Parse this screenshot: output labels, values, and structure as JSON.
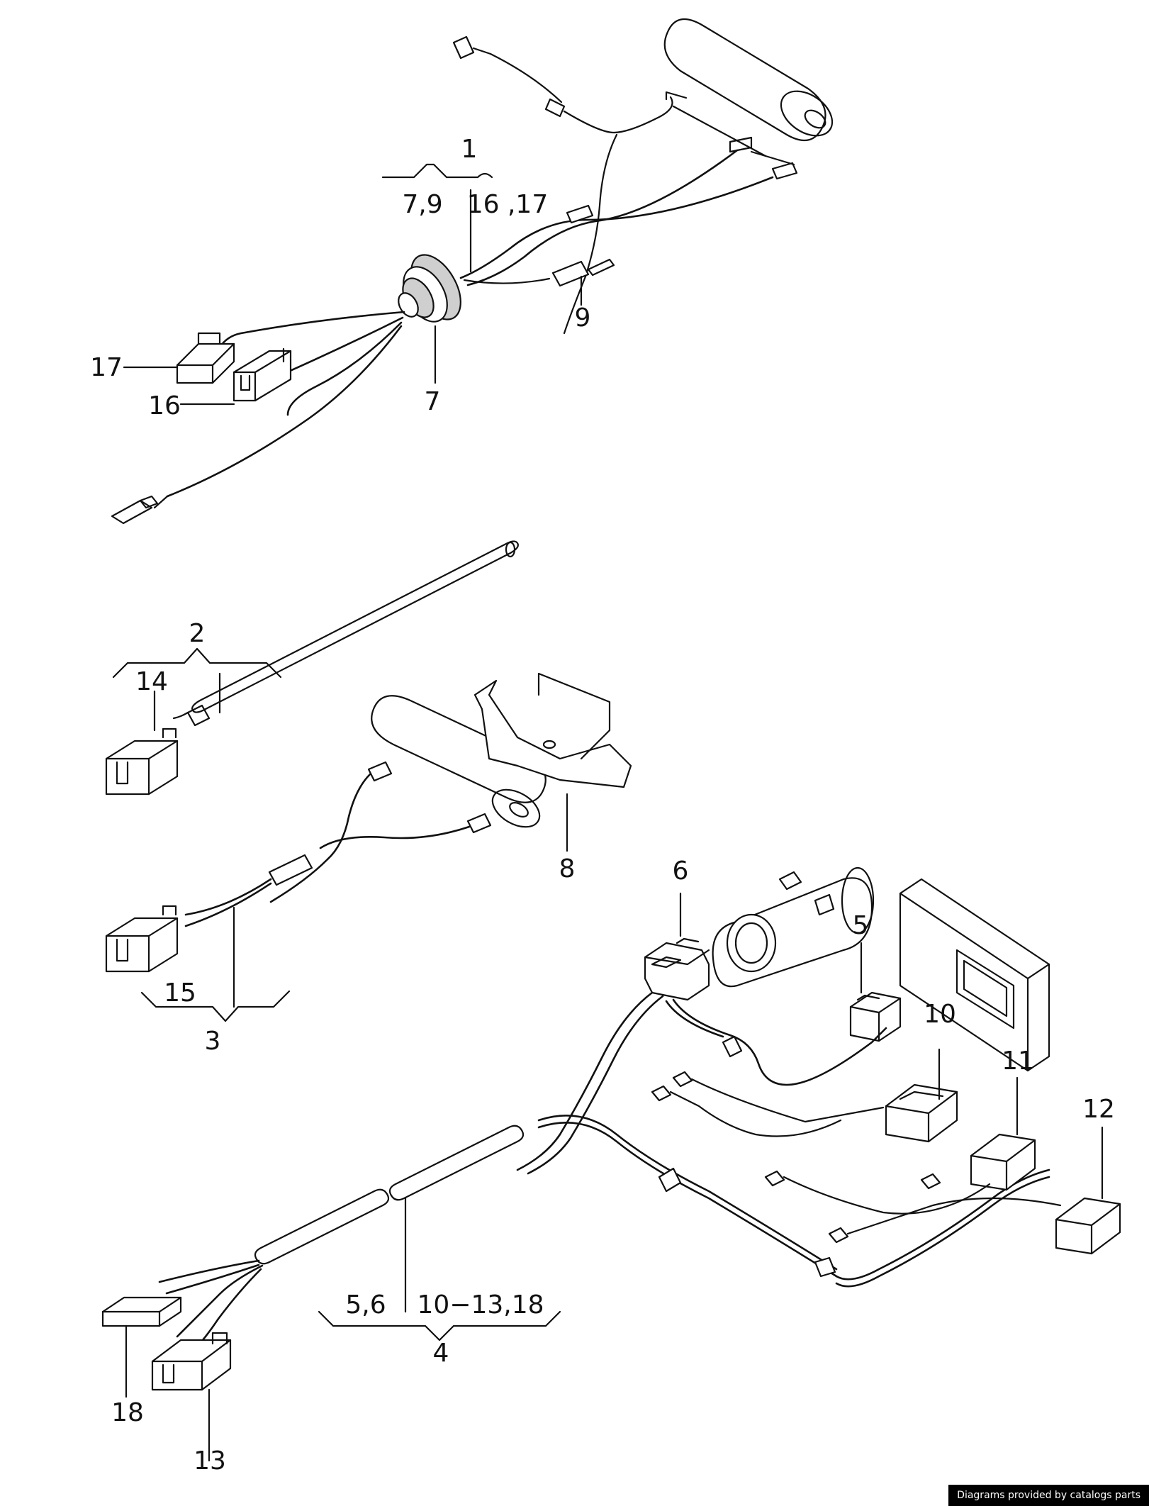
{
  "callouts": {
    "c1": "1",
    "c1_left": "7,9",
    "c1_right": "16 ,17",
    "c2": "2",
    "c3": "3",
    "c4": "4",
    "c4_left": "5,6",
    "c4_right": "10−13,18",
    "c5": "5",
    "c6": "6",
    "c7": "7",
    "c8": "8",
    "c9": "9",
    "c10": "10",
    "c11": "11",
    "c12": "12",
    "c13": "13",
    "c14": "14",
    "c15": "15",
    "c16": "16",
    "c17": "17",
    "c18": "18"
  },
  "credit": "Diagrams provided by catalogs parts"
}
